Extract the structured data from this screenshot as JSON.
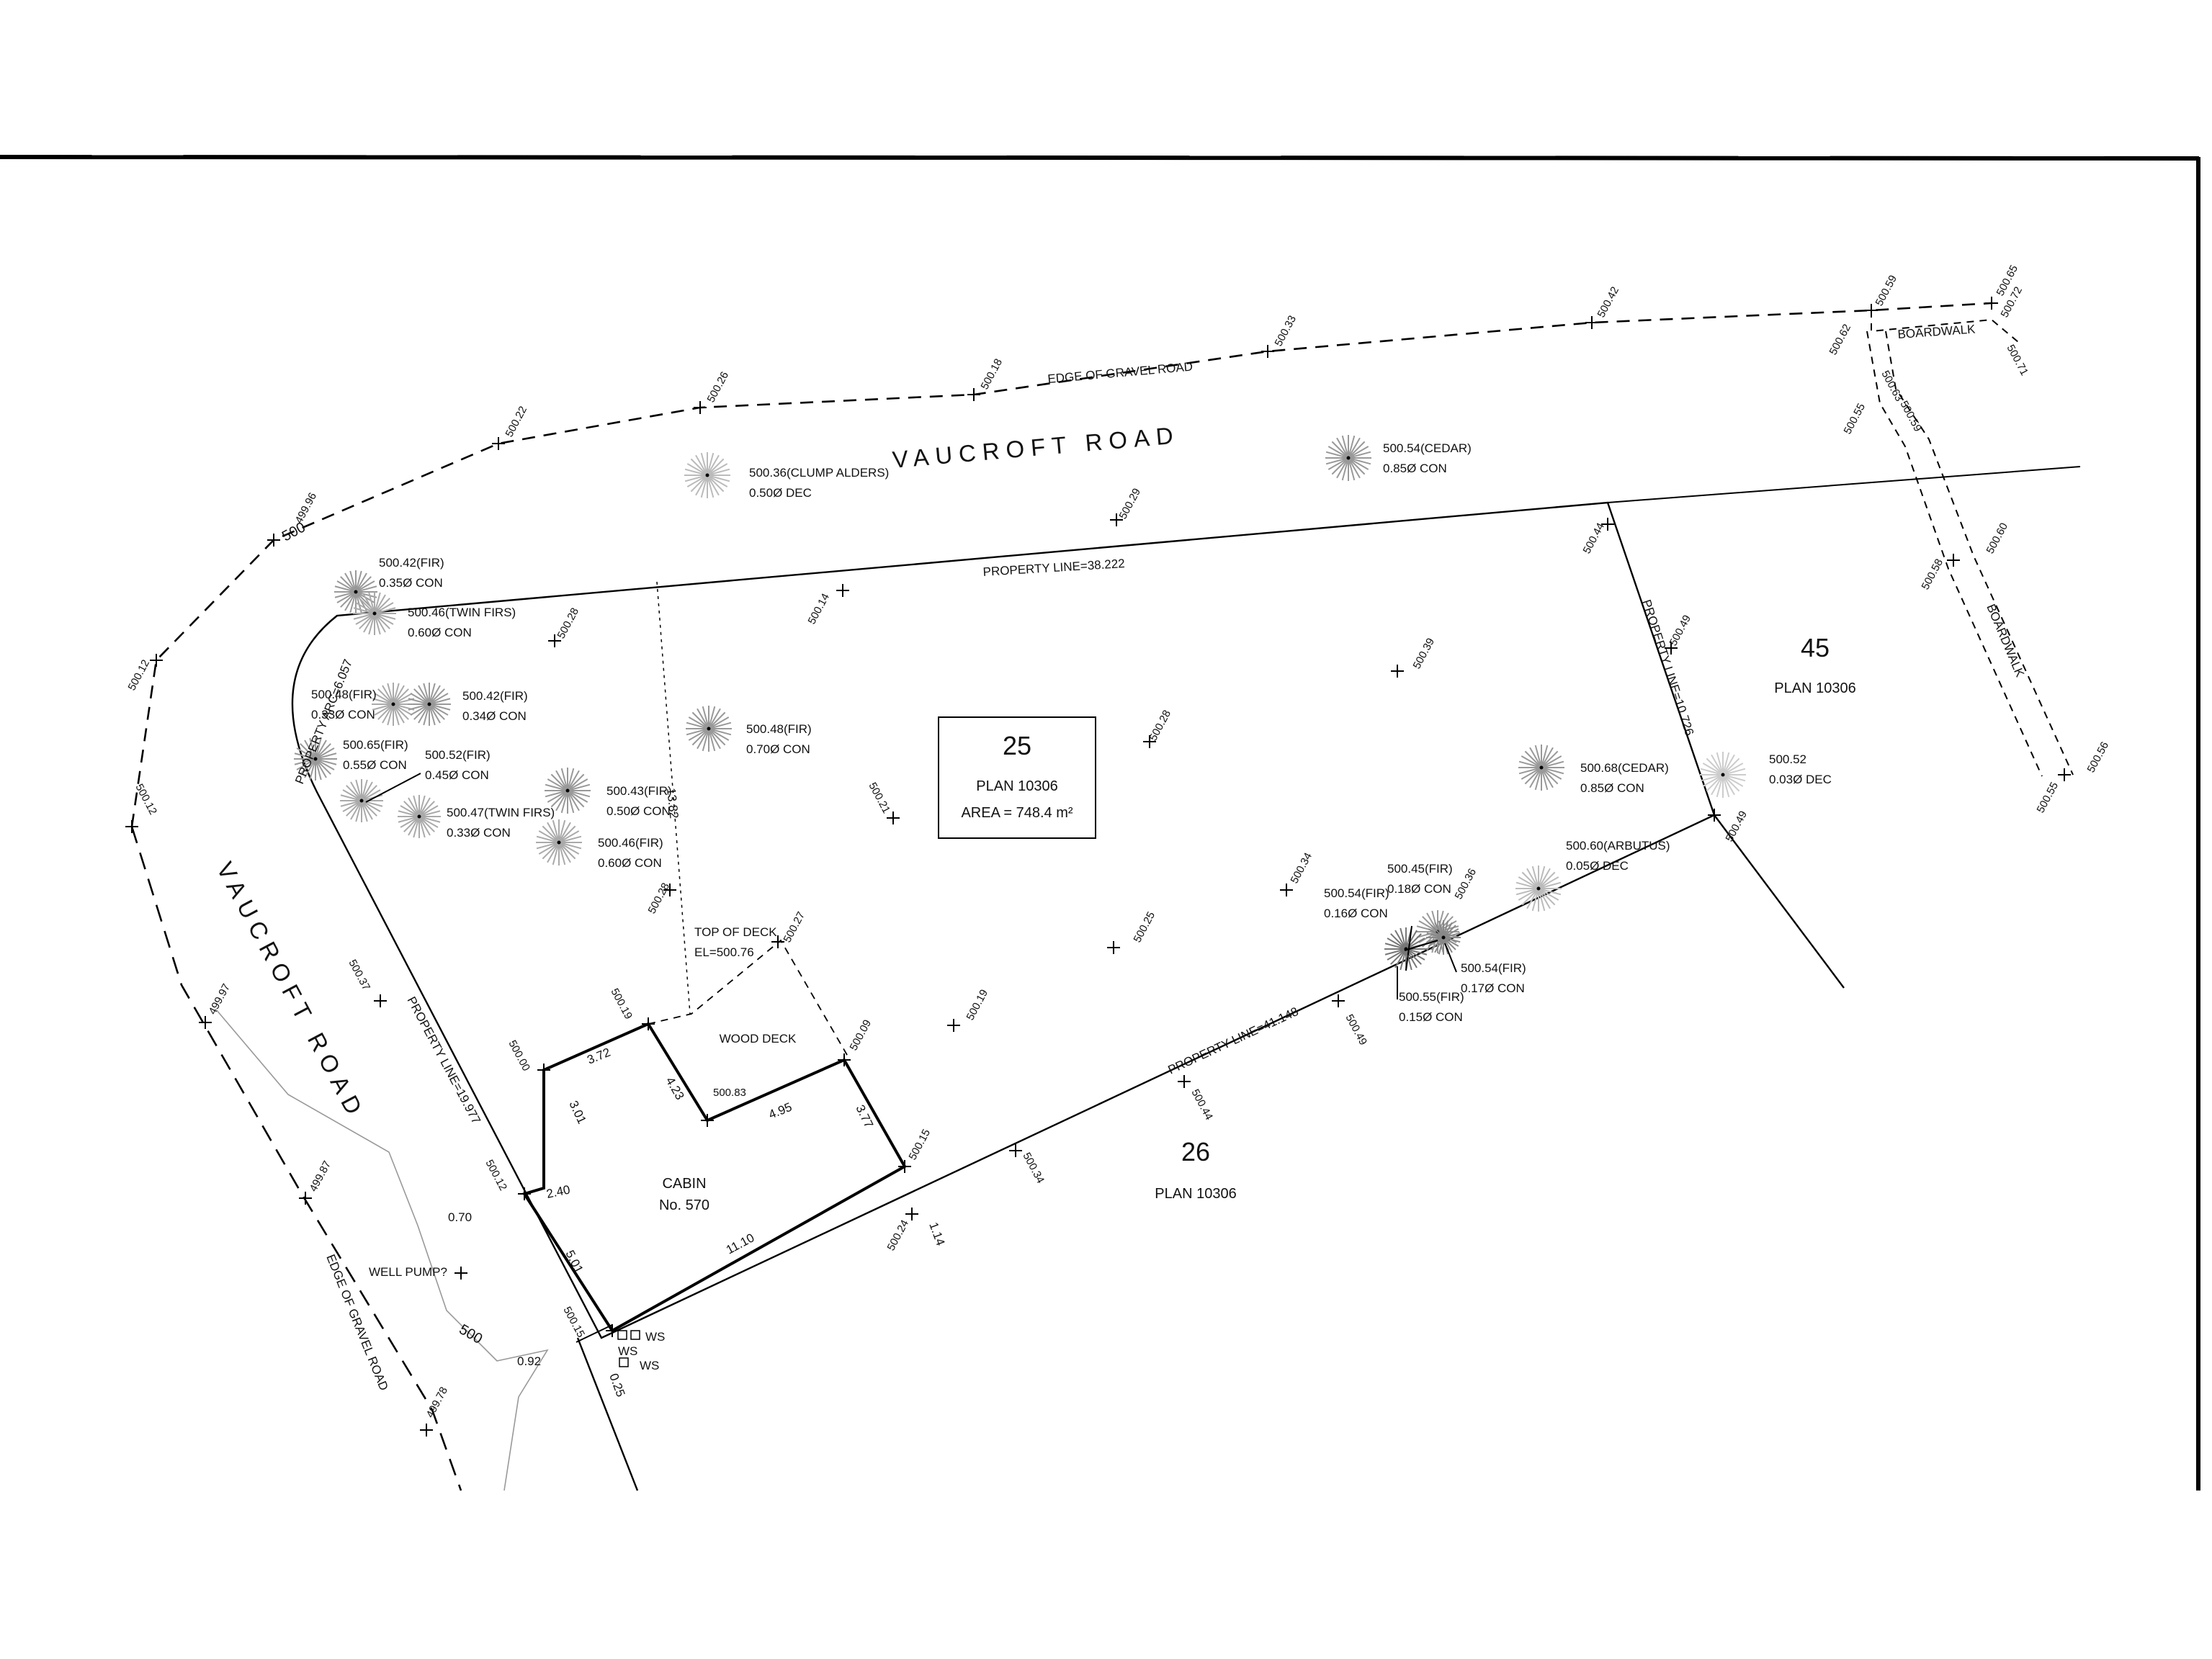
{
  "roads": {
    "north": "VAUCROFT ROAD",
    "west": "VAUCROFT ROAD",
    "edge_north": "EDGE OF GRAVEL ROAD",
    "edge_west": "EDGE OF GRAVEL ROAD"
  },
  "lots": {
    "subject": {
      "number": "25",
      "plan": "PLAN 10306",
      "area": "AREA = 748.4 m²"
    },
    "east": {
      "number": "45",
      "plan": "PLAN 10306"
    },
    "south": {
      "number": "26",
      "plan": "PLAN 10306"
    }
  },
  "property_lines": {
    "north": "PROPERTY LINE=38.222",
    "east": "PROPERTY LINE=10.726",
    "south": "PROPERTY LINE=41.148",
    "west": "PROPERTY LINE=19.977",
    "arc": "PROPERTY ARC=6.057"
  },
  "labels": {
    "boardwalk_top": "BOARDWALK",
    "boardwalk_side": "BOARDWALK",
    "cabin": "CABIN",
    "cabin_no": "No. 570",
    "wood_deck": "WOOD DECK",
    "top_of_deck": "TOP OF DECK",
    "deck_el": "EL=500.76",
    "well_pump": "WELL PUMP?",
    "contour_a": "500",
    "contour_b": "500",
    "ws1": "WS",
    "ws2": "WS",
    "ws3": "WS"
  },
  "dimensions": {
    "d1382": "13.82",
    "d372": "3.72",
    "d423": "4.23",
    "d301": "3.01",
    "d495": "4.95",
    "d377": "3.77",
    "d240": "2.40",
    "d501": "5.01",
    "d1110": "11.10",
    "d070": "0.70",
    "d092": "0.92",
    "d025": "0.25",
    "d114": "1.14"
  },
  "elevations": {
    "e1": "500.12",
    "e2": "499.96",
    "e3": "500.22",
    "e4": "500.26",
    "e5": "500.18",
    "e6": "500.33",
    "e7": "500.42",
    "e8": "500.59",
    "e9": "500.65",
    "e10": "500.72",
    "e11": "500.62",
    "e12": "500.63",
    "e13": "500.71",
    "e14": "500.55",
    "e15": "500.59",
    "e16": "500.29",
    "e17": "500.14",
    "e18": "500.28",
    "e19": "500.44",
    "e20": "500.49",
    "e21": "500.39",
    "e22": "500.28",
    "e23": "500.21",
    "e24": "500.58",
    "e25": "500.60",
    "e26": "500.55",
    "e27": "500.56",
    "e28": "500.49",
    "e29": "500.12",
    "e30": "500.28",
    "e31": "500.27",
    "e32": "500.19",
    "e33": "500.00",
    "e34": "500.09",
    "e35": "500.83",
    "e36": "500.15",
    "e37": "500.25",
    "e38": "500.19",
    "e39": "500.34",
    "e40": "500.36",
    "e41": "500.49",
    "e42": "500.44",
    "e43": "500.34",
    "e44": "500.24",
    "e45": "500.12",
    "e46": "500.15",
    "e47": "500.37",
    "e48": "499.97",
    "e49": "499.87",
    "e50": "499.78"
  },
  "trees": [
    {
      "name": "500.36(CLUMP ALDERS)",
      "size": "0.50Ø DEC"
    },
    {
      "name": "500.54(CEDAR)",
      "size": "0.85Ø CON"
    },
    {
      "name": "500.42(FIR)",
      "size": "0.35Ø CON"
    },
    {
      "name": "500.46(TWIN FIRS)",
      "size": "0.60Ø CON"
    },
    {
      "name": "500.48(FIR)",
      "size": "0.33Ø CON"
    },
    {
      "name": "500.42(FIR)",
      "size": "0.34Ø CON"
    },
    {
      "name": "500.65(FIR)",
      "size": "0.55Ø CON"
    },
    {
      "name": "500.52(FIR)",
      "size": "0.45Ø CON"
    },
    {
      "name": "500.47(TWIN FIRS)",
      "size": "0.33Ø CON"
    },
    {
      "name": "500.48(FIR)",
      "size": "0.70Ø CON"
    },
    {
      "name": "500.43(FIR)",
      "size": "0.50Ø CON"
    },
    {
      "name": "500.46(FIR)",
      "size": "0.60Ø CON"
    },
    {
      "name": "500.68(CEDAR)",
      "size": "0.85Ø CON"
    },
    {
      "name": "500.52",
      "size": "0.03Ø DEC"
    },
    {
      "name": "500.60(ARBUTUS)",
      "size": "0.05Ø DEC"
    },
    {
      "name": "500.45(FIR)",
      "size": "0.18Ø CON"
    },
    {
      "name": "500.54(FIR)",
      "size": "0.16Ø CON"
    },
    {
      "name": "500.54(FIR)",
      "size": "0.17Ø CON"
    },
    {
      "name": "500.55(FIR)",
      "size": "0.15Ø CON"
    }
  ]
}
